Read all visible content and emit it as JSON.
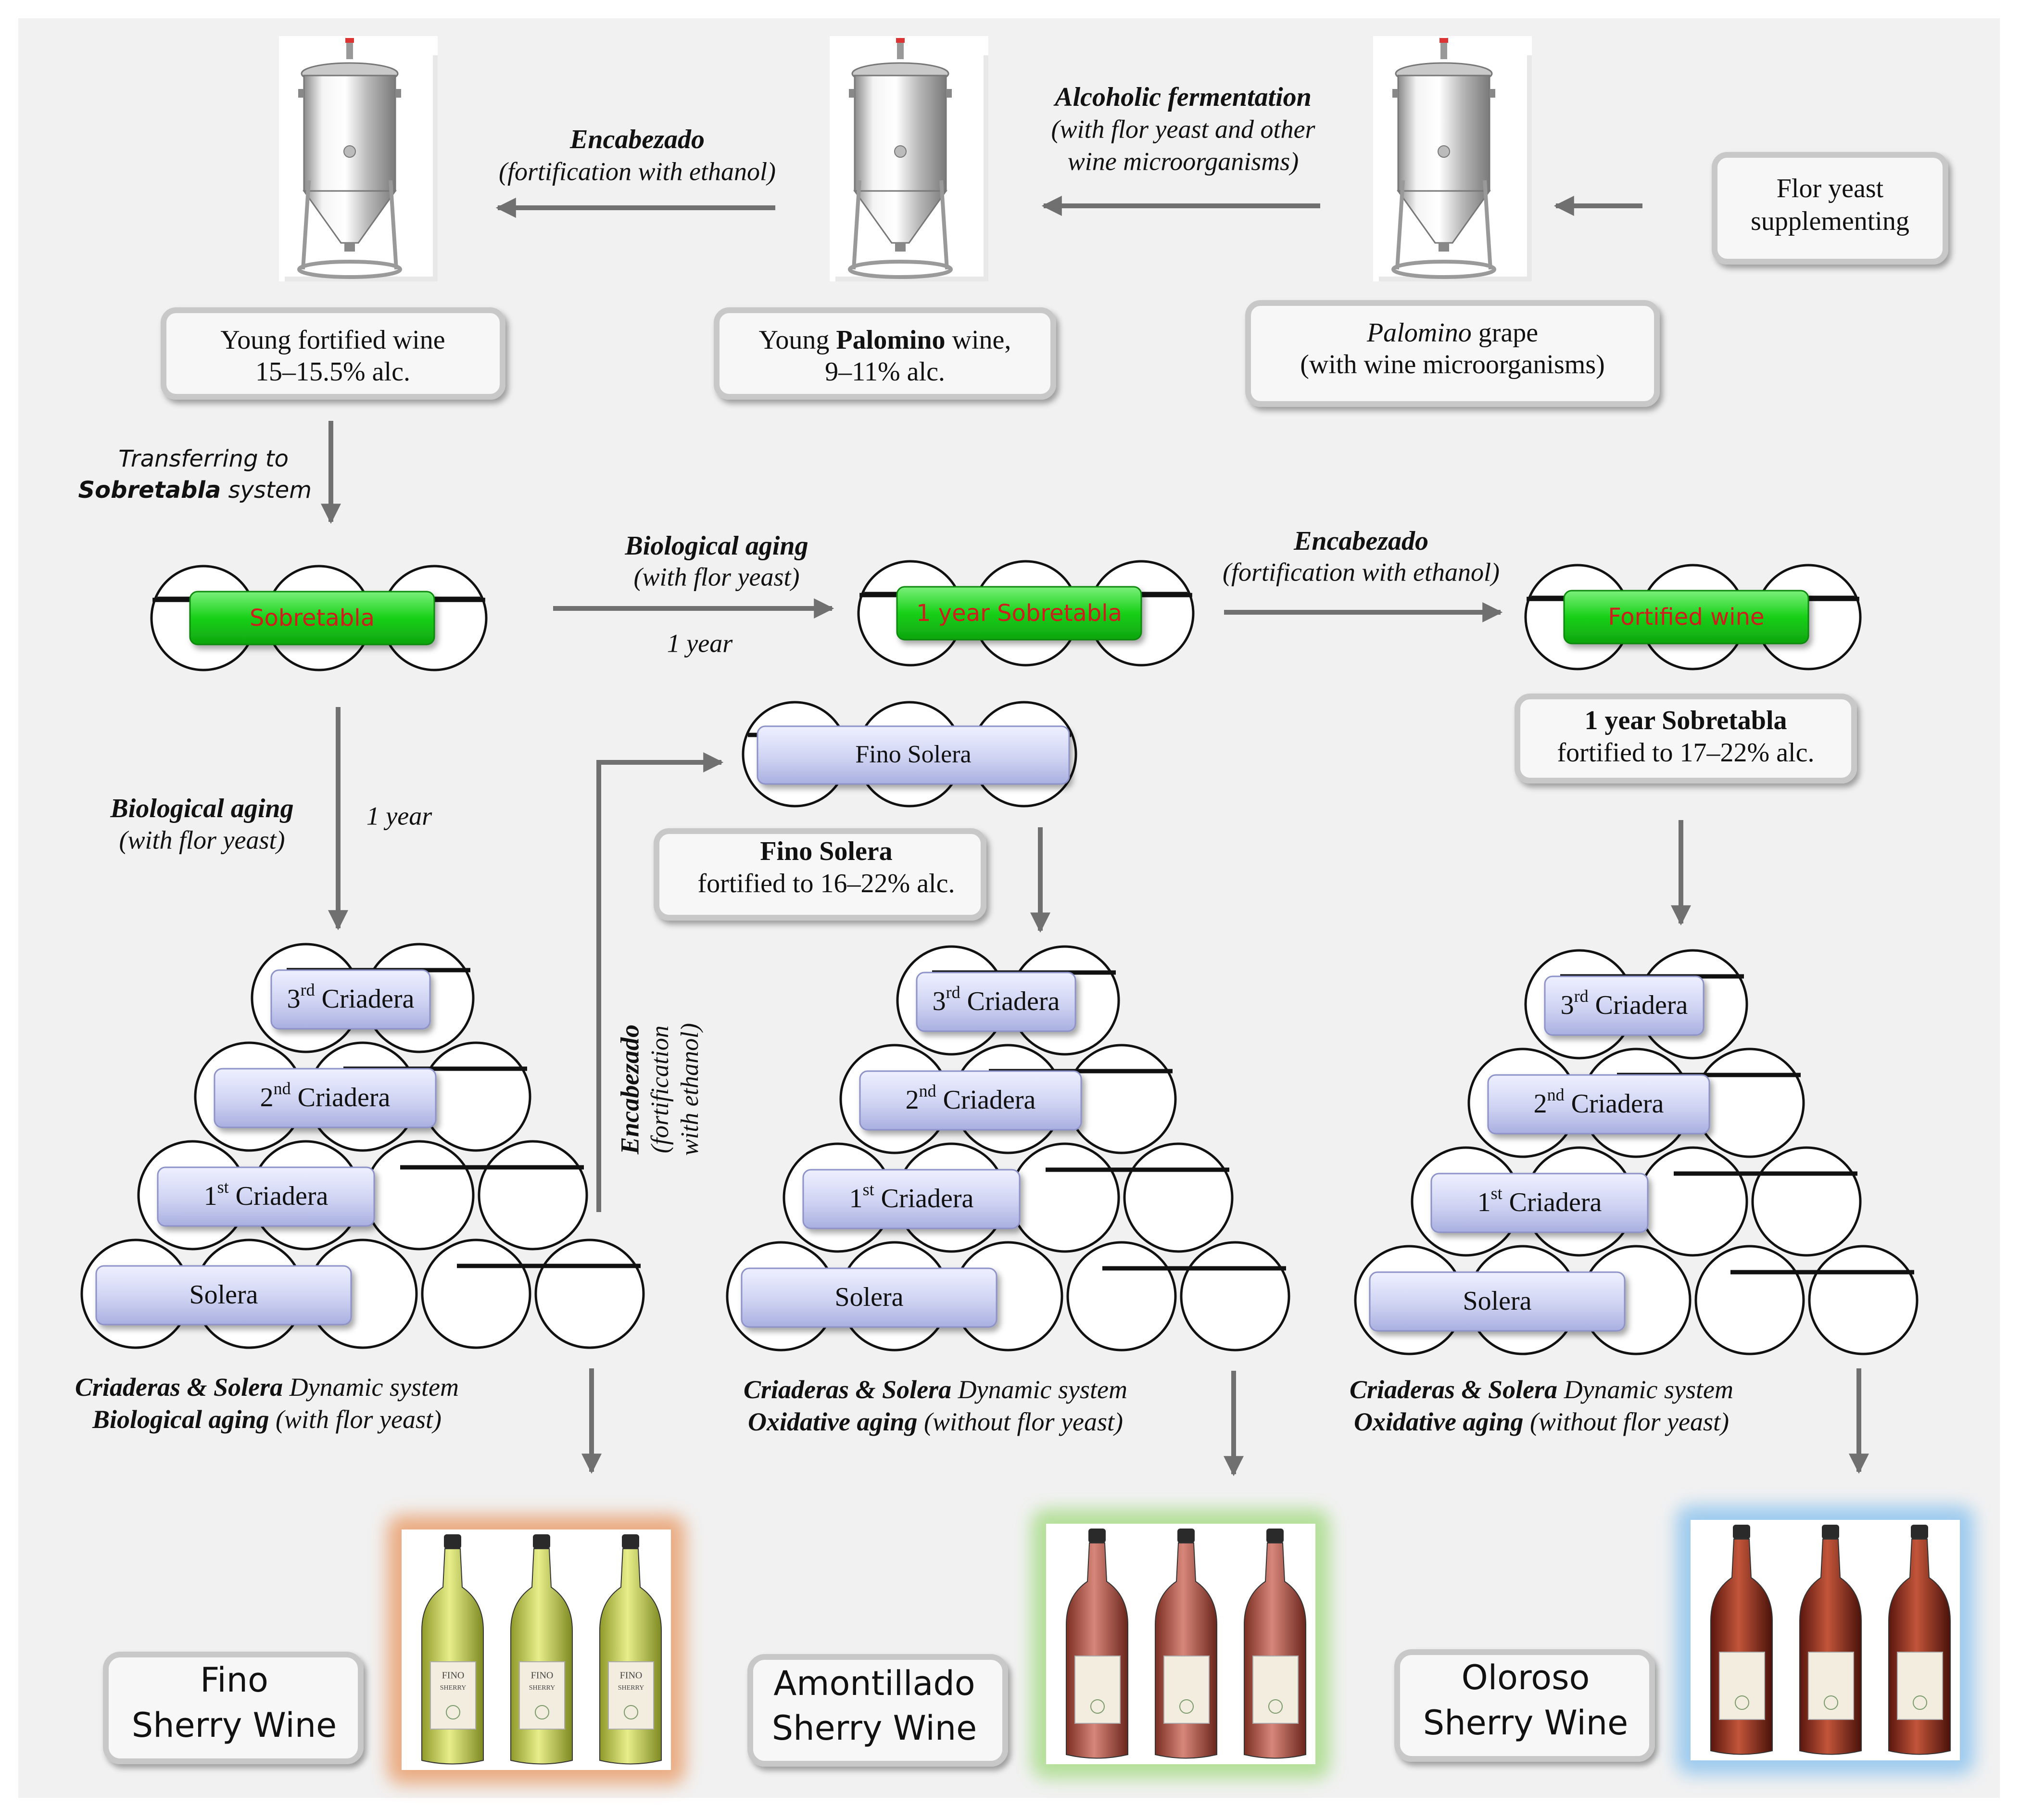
{
  "colors": {
    "background": "#f1f1f1",
    "box_fill": "#f7f7f7",
    "box_border": "#c8c8c8",
    "arrow": "#707070",
    "green_label_fill": "#1fd31f",
    "green_label_text": "#d01c1c",
    "blue_label_fill": "#c9cdee",
    "fino_glow": "#e9a070",
    "amontillado_glow": "#a8dc88",
    "oloroso_glow": "#8fc4ee"
  },
  "production": {
    "flor_supplement": [
      "Flor yeast",
      "supplementing"
    ],
    "grape": [
      "Palomino",
      "grape",
      "(with wine microorganisms)"
    ],
    "fermentation": [
      "Alcoholic fermentation",
      "(with flor yeast and other",
      "wine microorganisms)"
    ],
    "young_wine": [
      "Young",
      "Palomino",
      "wine,",
      "9–11% alc."
    ],
    "fortification_1": [
      "Encabezado",
      "(fortification with ethanol)"
    ],
    "young_fortified": [
      "Young fortified wine",
      "15–15.5% alc."
    ],
    "transfer": [
      "Transferring to",
      "Sobretabla",
      "system"
    ]
  },
  "sobretabla": {
    "stage1_label": "Sobretabla",
    "biological_aging": [
      "Biological aging",
      "(with flor yeast)"
    ],
    "one_year": "1 year",
    "stage2_label": "1 year Sobretabla",
    "fortification_2": [
      "Encabezado",
      "(fortification with ethanol)"
    ],
    "stage3_label": "Fortified wine",
    "sobretabla_fortified": [
      "1 year Sobretabla",
      "fortified to 17–22% alc."
    ]
  },
  "fino_branch": {
    "biological_aging": [
      "Biological aging",
      "(with flor yeast)"
    ],
    "one_year": "1 year",
    "tiers": [
      {
        "ordinal": "3",
        "sup": "rd",
        "label": "Criadera"
      },
      {
        "ordinal": "2",
        "sup": "nd",
        "label": "Criadera"
      },
      {
        "ordinal": "1",
        "sup": "st",
        "label": "Criadera"
      },
      {
        "ordinal": "",
        "sup": "",
        "label": "Solera"
      }
    ],
    "system": [
      "Criaderas & Solera",
      "Dynamic system",
      "Biological aging",
      "(with flor yeast)"
    ],
    "product": [
      "Fino",
      "Sherry Wine"
    ]
  },
  "amontillado_branch": {
    "vertical_fortification": [
      "Encabezado",
      "(fortification",
      "with ethanol)"
    ],
    "fino_solera_label": "Fino Solera",
    "fino_solera_fortified": [
      "Fino Solera",
      "fortified to 16–22% alc."
    ],
    "tiers": [
      {
        "ordinal": "3",
        "sup": "rd",
        "label": "Criadera"
      },
      {
        "ordinal": "2",
        "sup": "nd",
        "label": "Criadera"
      },
      {
        "ordinal": "1",
        "sup": "st",
        "label": "Criadera"
      },
      {
        "ordinal": "",
        "sup": "",
        "label": "Solera"
      }
    ],
    "system": [
      "Criaderas & Solera",
      "Dynamic system",
      "Oxidative aging",
      "(without flor yeast)"
    ],
    "product": [
      "Amontillado",
      "Sherry Wine"
    ]
  },
  "oloroso_branch": {
    "tiers": [
      {
        "ordinal": "3",
        "sup": "rd",
        "label": "Criadera"
      },
      {
        "ordinal": "2",
        "sup": "nd",
        "label": "Criadera"
      },
      {
        "ordinal": "1",
        "sup": "st",
        "label": "Criadera"
      },
      {
        "ordinal": "",
        "sup": "",
        "label": "Solera"
      }
    ],
    "system": [
      "Criaderas & Solera",
      "Dynamic system",
      "Oxidative aging",
      "(without flor yeast)"
    ],
    "product": [
      "Oloroso",
      "Sherry Wine"
    ]
  },
  "bottle_labels": {
    "fino": [
      "FINO",
      "SHERRY"
    ]
  }
}
